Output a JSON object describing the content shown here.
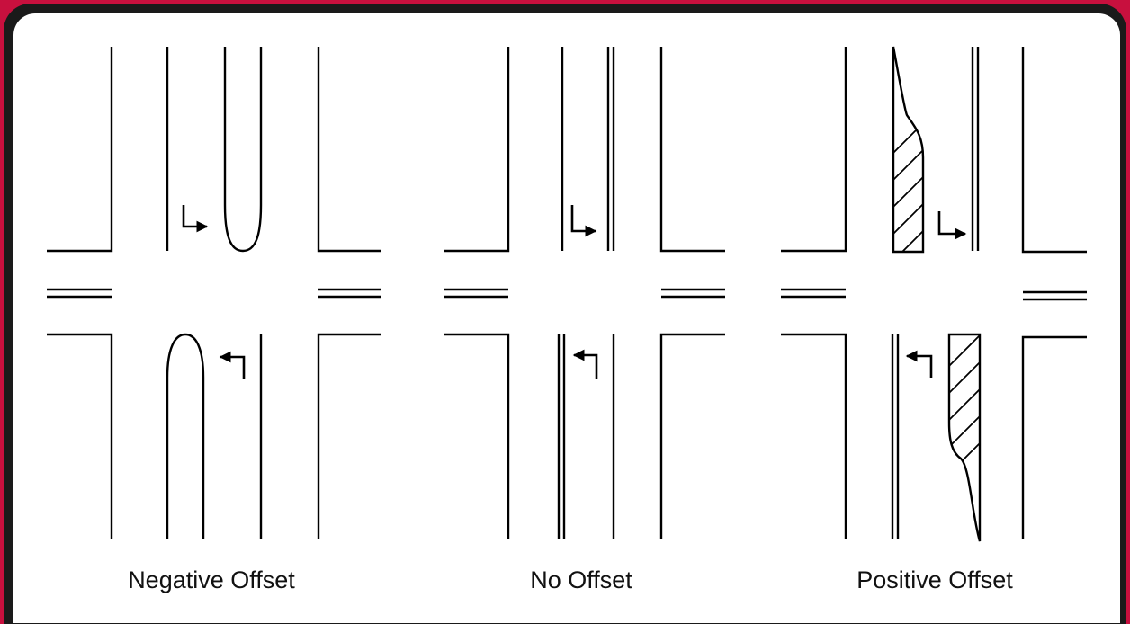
{
  "diagram": {
    "panels": [
      {
        "id": "negative",
        "caption": "Negative Offset"
      },
      {
        "id": "none",
        "caption": "No Offset"
      },
      {
        "id": "positive",
        "caption": "Positive Offset"
      }
    ],
    "colors": {
      "frame": "#c8103e",
      "border": "#1a1a1a",
      "background": "#ffffff",
      "ink": "#000000"
    },
    "icons": [
      "right-turn-arrow-icon",
      "left-turn-arrow-icon"
    ]
  }
}
